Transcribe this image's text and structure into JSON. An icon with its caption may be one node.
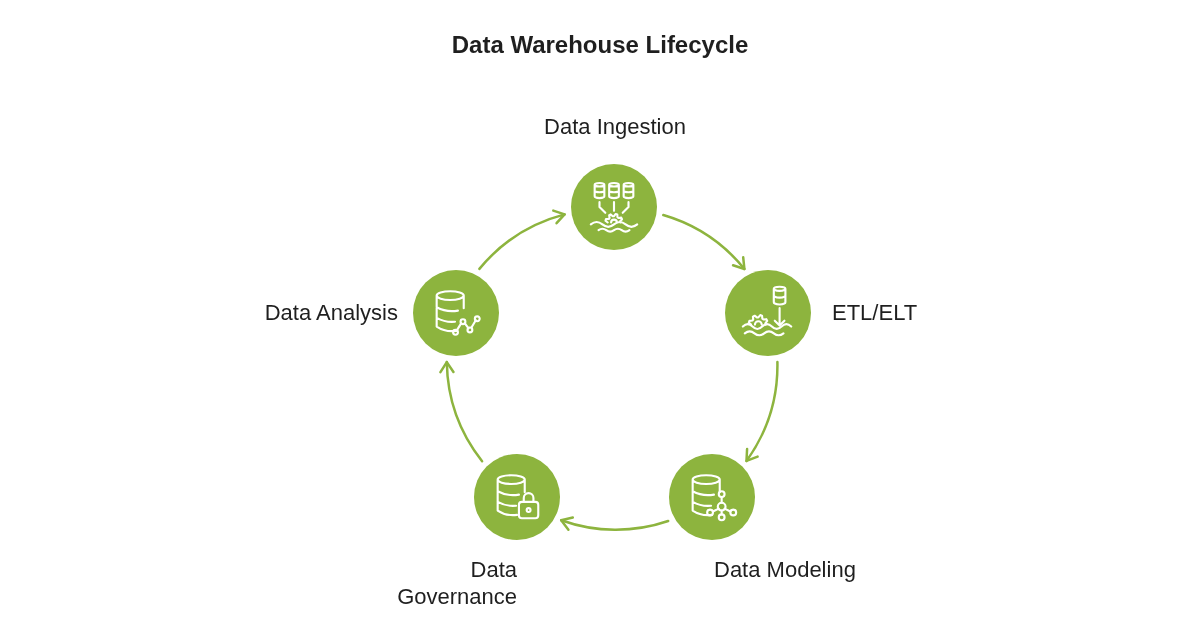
{
  "diagram": {
    "title": "Data Warehouse Lifecycle",
    "nodes": [
      {
        "text": [
          "Data Ingestion"
        ]
      },
      {
        "text": [
          "ETL/ELT"
        ]
      },
      {
        "text": [
          "Data Modeling"
        ]
      },
      {
        "text": [
          "Data Governance"
        ]
      },
      {
        "text": [
          "Data Analysis"
        ]
      }
    ],
    "edges": [
      {
        "from": 0,
        "to": 1,
        "arrow": "to"
      },
      {
        "from": 1,
        "to": 2,
        "arrow": "to"
      },
      {
        "from": 2,
        "to": 3,
        "arrow": "to"
      },
      {
        "from": 3,
        "to": 4,
        "arrow": "to"
      },
      {
        "from": 4,
        "to": 0,
        "arrow": "to"
      }
    ]
  }
}
